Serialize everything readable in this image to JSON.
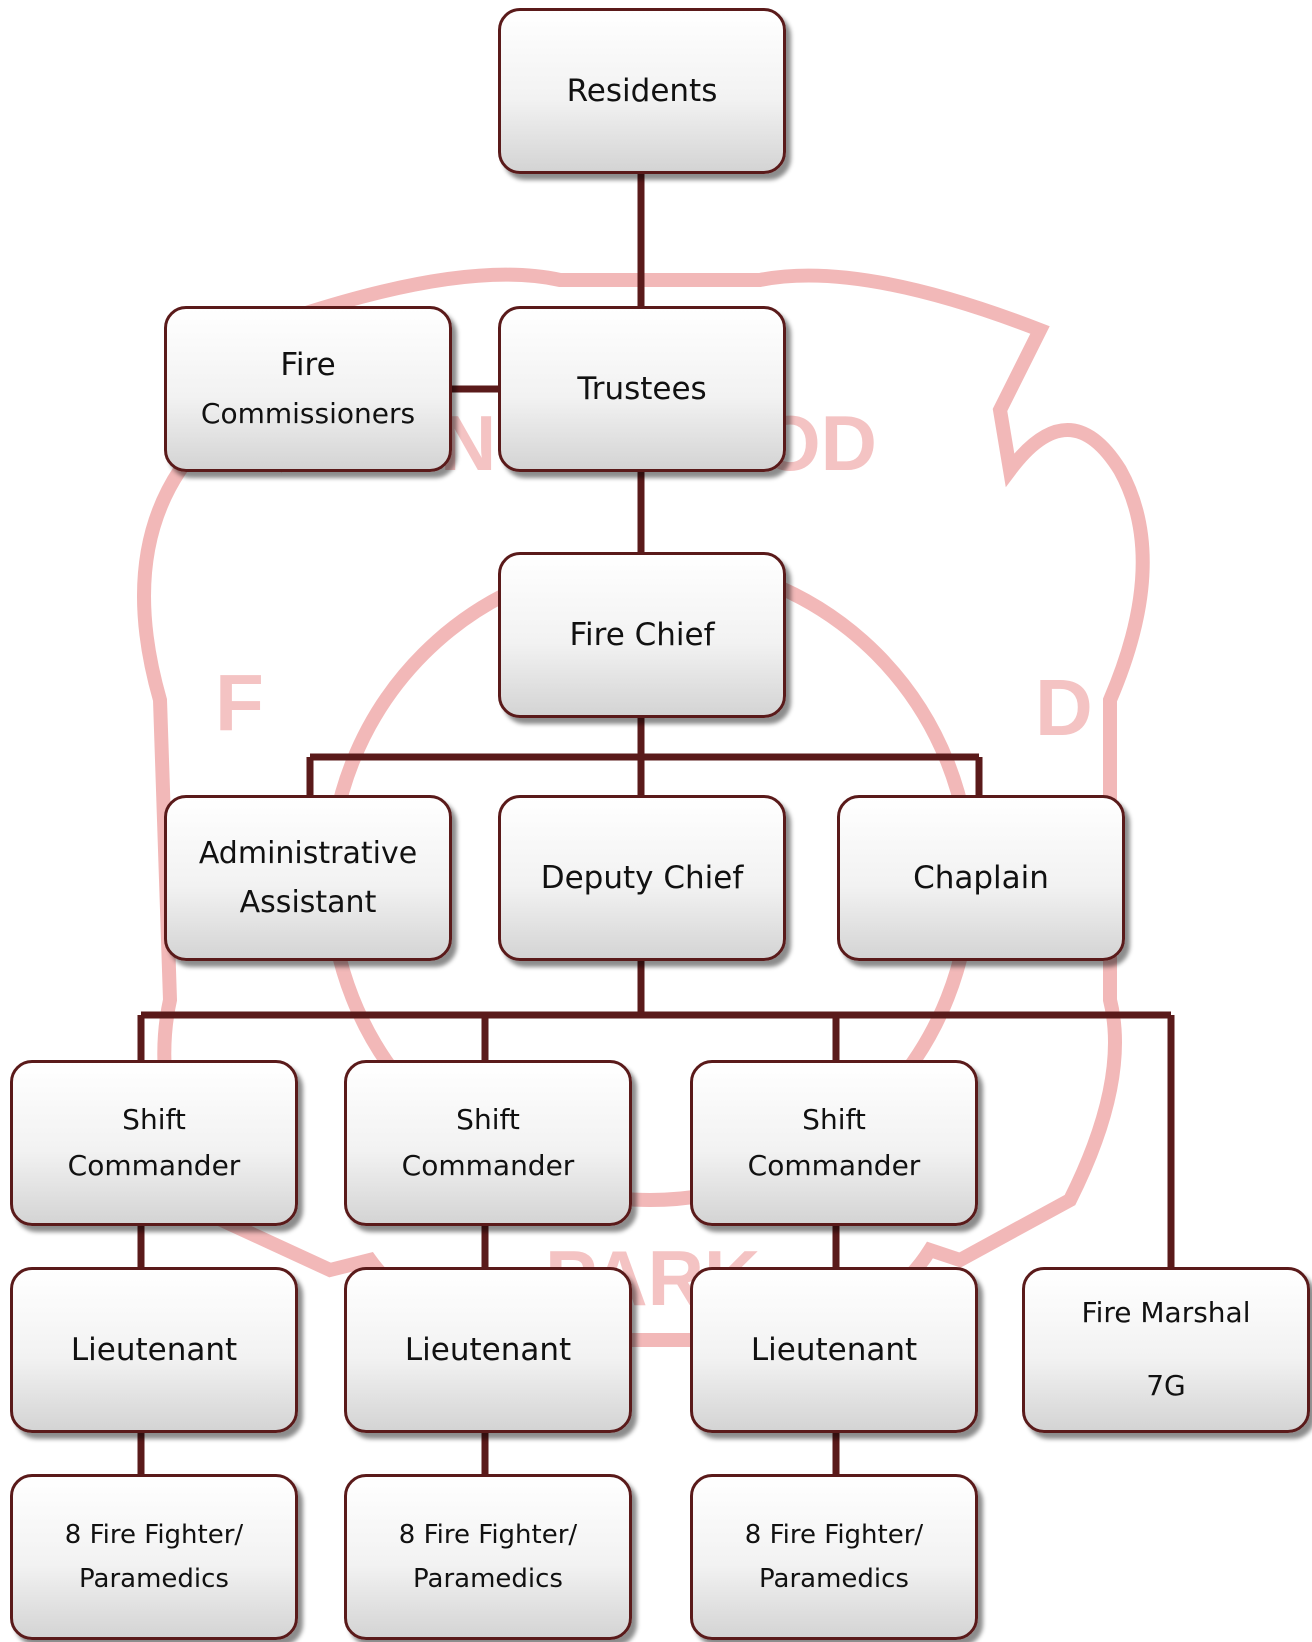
{
  "chart": {
    "nodes": {
      "residents": {
        "lines": [
          "Residents"
        ]
      },
      "trustees": {
        "lines": [
          "Trustees"
        ]
      },
      "fire_commissioners": {
        "lines": [
          "Fire",
          "Commissioners"
        ]
      },
      "fire_chief": {
        "lines": [
          "Fire Chief"
        ]
      },
      "administrative_assistant": {
        "lines": [
          "Administrative",
          "Assistant"
        ]
      },
      "deputy_chief": {
        "lines": [
          "Deputy Chief"
        ]
      },
      "chaplain": {
        "lines": [
          "Chaplain"
        ]
      },
      "shift_commander_1": {
        "lines": [
          "Shift",
          "Commander"
        ]
      },
      "shift_commander_2": {
        "lines": [
          "Shift",
          "Commander"
        ]
      },
      "shift_commander_3": {
        "lines": [
          "Shift",
          "Commander"
        ]
      },
      "lieutenant_1": {
        "lines": [
          "Lieutenant"
        ]
      },
      "lieutenant_2": {
        "lines": [
          "Lieutenant"
        ]
      },
      "lieutenant_3": {
        "lines": [
          "Lieutenant"
        ]
      },
      "fire_marshal": {
        "lines": [
          "Fire Marshal",
          "7G"
        ]
      },
      "firefighters_1": {
        "lines": [
          "8 Fire Fighter/",
          "Paramedics"
        ]
      },
      "firefighters_2": {
        "lines": [
          "8 Fire Fighter/",
          "Paramedics"
        ]
      },
      "firefighters_3": {
        "lines": [
          "8 Fire Fighter/",
          "Paramedics"
        ]
      }
    },
    "connector_color": "#5a1a1a"
  },
  "watermark": {
    "letters": [
      "NO",
      "OD",
      "F",
      "D",
      "PARK"
    ],
    "color": "#f2b8b8"
  }
}
